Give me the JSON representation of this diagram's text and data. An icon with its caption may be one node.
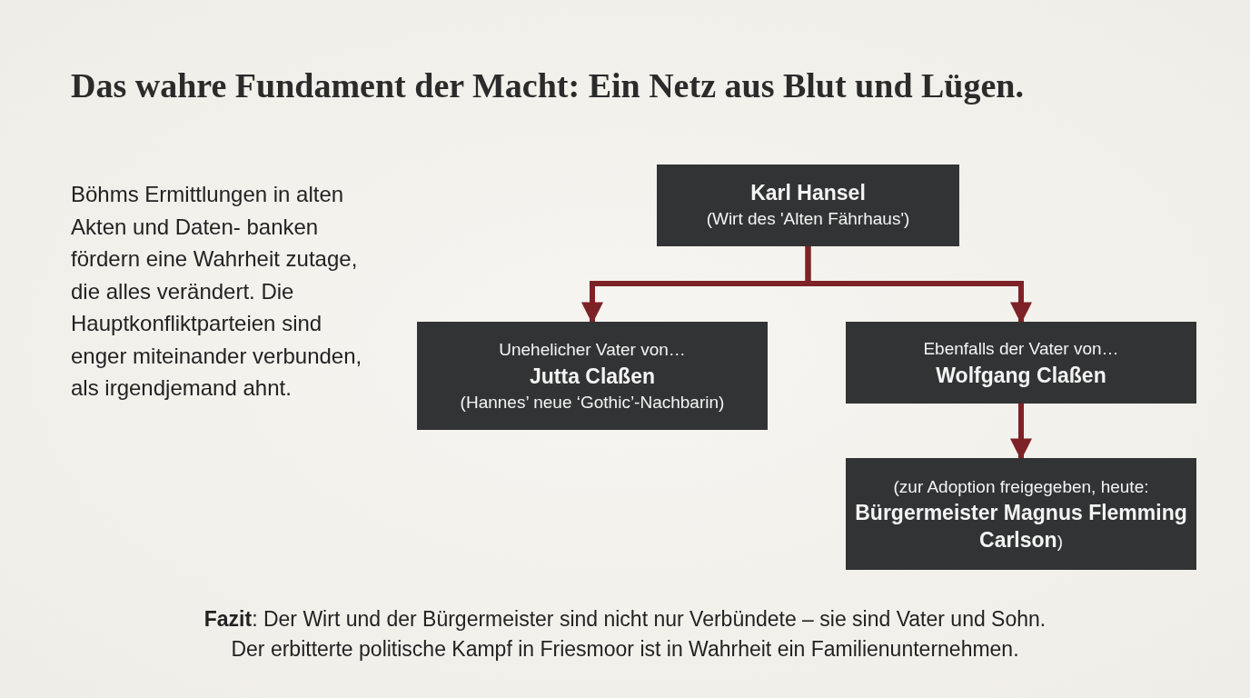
{
  "diagram": {
    "title": "Das wahre Fundament der Macht: Ein Netz aus Blut und Lügen.",
    "nodes": [
      {
        "text": [
          "Karl Hansel",
          "(Wirt des 'Alten Fährhaus')"
        ]
      },
      {
        "text": [
          "Unehelicher Vater von…",
          "Jutta Claßen",
          "(Hannes’ neue ‘Gothic’-Nachbarin)"
        ]
      },
      {
        "text": [
          "Ebenfalls der Vater von…",
          "Wolfgang Claßen"
        ]
      },
      {
        "text": [
          "(zur Adoption freigegeben, heute:",
          "**Bürgermeister Magnus Flemming Carlson**)"
        ]
      }
    ],
    "edges": [
      {
        "from": 0,
        "to": 1,
        "arrow": "to"
      },
      {
        "from": 0,
        "to": 2,
        "arrow": "to"
      },
      {
        "from": 2,
        "to": 3,
        "arrow": "to"
      }
    ],
    "labels": [
      "Böhms Ermittlungen in alten Akten und Daten- banken fördern eine Wahrheit zutage, die alles verändert. Die Hauptkonfliktparteien sind enger miteinander verbunden, als irgendjemand ahnt.",
      "**Fazit**: Der Wirt und der Bürgermeister sind nicht nur Verbündete – sie sind Vater und Sohn.",
      "Der erbitterte politische Kampf in Friesmoor ist in Wahrheit ein Familienunternehmen."
    ]
  }
}
